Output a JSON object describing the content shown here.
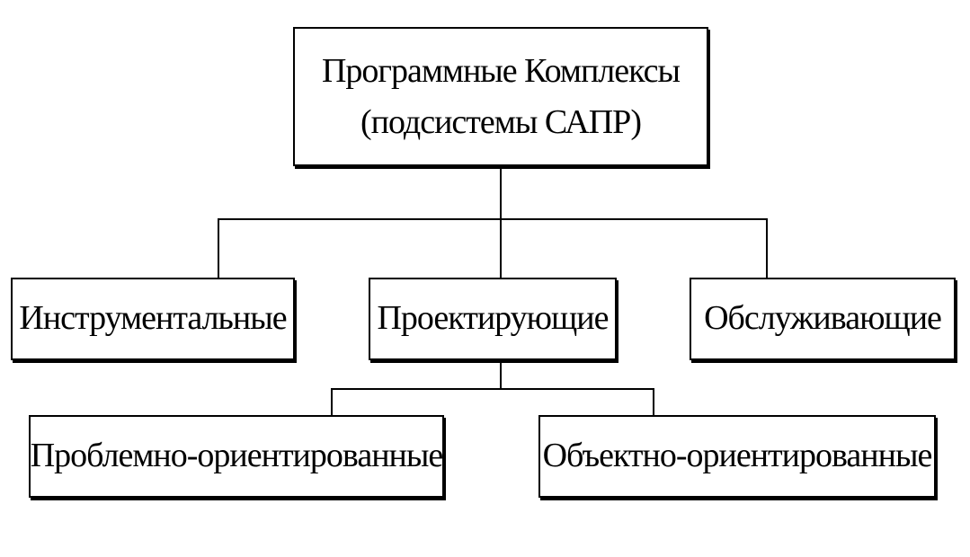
{
  "diagram": {
    "root": {
      "line1": "Программные Комплексы",
      "line2": "(подсистемы САПР)"
    },
    "level1": {
      "instrumental": "Инструментальные",
      "designing": "Проектирующие",
      "servicing": "Обслуживающие"
    },
    "level2": {
      "problem_oriented": "Проблемно-ориентированные",
      "object_oriented": "Объектно-ориентированные"
    }
  }
}
